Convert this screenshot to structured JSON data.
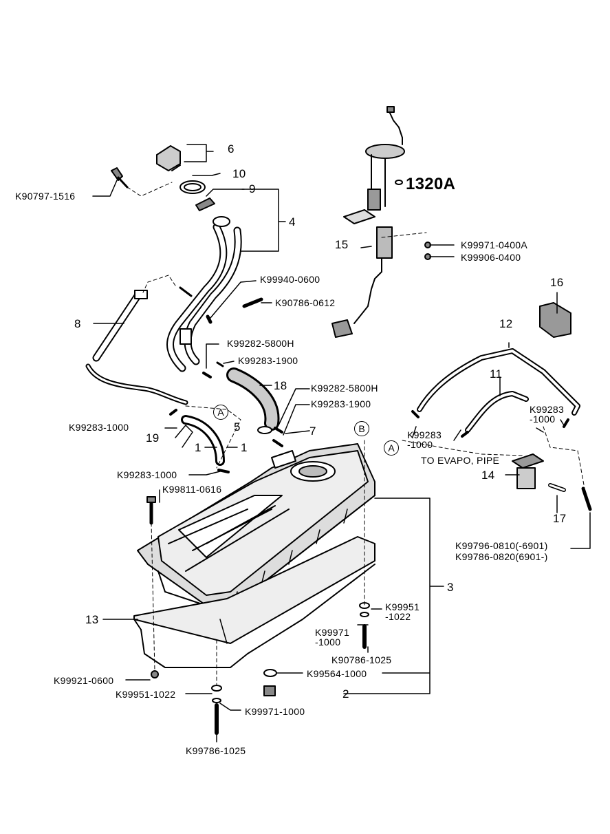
{
  "parts": {
    "p1a": "1",
    "p1b": "1",
    "p2": "2",
    "p3": "3",
    "p4": "4",
    "p5": "5",
    "p6": "6",
    "p7": "7",
    "p8": "8",
    "p9": "9",
    "p10": "10",
    "p11": "11",
    "p12": "12",
    "p13": "13",
    "p14": "14",
    "p15": "15",
    "p16": "16",
    "p17": "17",
    "p18": "18",
    "p19": "19",
    "p1320a": "1320A"
  },
  "codes": {
    "c_k90797_1516": "K90797-1516",
    "c_k99940_0600": "K99940-0600",
    "c_k90786_0612": "K90786-0612",
    "c_k99282_5800h_a": "K99282-5800H",
    "c_k99283_1900_a": "K99283-1900",
    "c_k99282_5800h_b": "K99282-5800H",
    "c_k99283_1900_b": "K99283-1900",
    "c_k99283_1000_a": "K99283-1000",
    "c_k99283_1000_b": "K99283-1000",
    "c_k99283_1000_c": "K99283\n-1000",
    "c_k99283_1000_d": "K99283\n-1000",
    "c_k99971_0400a": "K99971-0400A",
    "c_k99906_0400": "K99906-0400",
    "c_k99811_0616": "K99811-0616",
    "c_k99796_0810": "K99796-0810(-6901)",
    "c_k99786_0820": "K99786-0820(6901-)",
    "c_k99951_1022_a": "K99951\n-1022",
    "c_k99971_1000_a": "K99971\n-1000",
    "c_k90786_1025": "K90786-1025",
    "c_k99564_1000": "K99564-1000",
    "c_k99921_0600": "K99921-0600",
    "c_k99951_1022_b": "K99951-1022",
    "c_k99971_1000_b": "K99971-1000",
    "c_k99786_1025": "K99786-1025"
  },
  "notes": {
    "evapo": "TO EVAPO, PIPE"
  },
  "connectors": {
    "a1": "A",
    "a2": "A",
    "b1": "B"
  }
}
